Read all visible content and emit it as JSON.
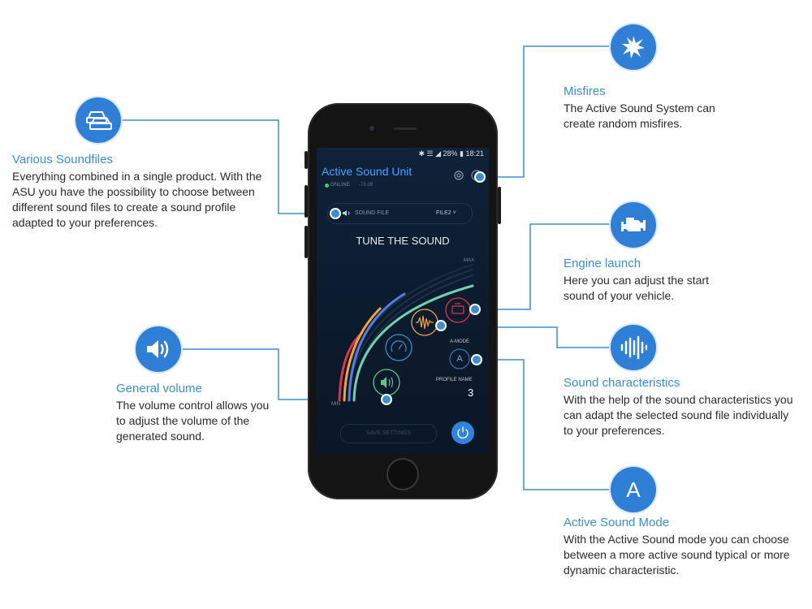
{
  "colors": {
    "accent": "#3b8fd0",
    "icon_circle": "#2f7fd6",
    "screen_bg": "#0d1a2b",
    "online_green": "#3ccf7a"
  },
  "features": {
    "soundfiles": {
      "icon": "cars-icon",
      "title": "Various Soundfiles",
      "text": "Everything combined in a single product. With the ASU you have the possibility to choose between different sound files to create a sound profile adapted to your preferences."
    },
    "volume": {
      "icon": "speaker-volume-icon",
      "title": "General volume",
      "text": "The volume control allows you to adjust the volume of the generated sound."
    },
    "misfires": {
      "icon": "explosion-icon",
      "title": "Misfires",
      "text": "The Active Sound System can create random misfires."
    },
    "engine": {
      "icon": "engine-icon",
      "title": "Engine launch",
      "text": "Here you can adjust the start sound of your vehicle."
    },
    "characteristics": {
      "icon": "waveform-icon",
      "title": "Sound characteristics",
      "text": "With the help of the sound characteristics you can adapt the selected sound file individually to your preferences."
    },
    "asm": {
      "icon": "letter-a-icon",
      "icon_letter": "A",
      "title": "Active Sound Mode",
      "text": "With the Active Sound mode you can choose between a more active sound typical or more dynamic characteristic."
    }
  },
  "app": {
    "status_bar": "✱ ☰ ◢ 28% ▮ 18:21",
    "title": "Active Sound Unit",
    "status": "ONLINE",
    "db": "-78 dB",
    "soundfile_label": "SOUND FILE",
    "soundfile_value": "FILE2 ˅",
    "tune_heading": "TUNE THE SOUND",
    "max_label": "MAX",
    "min_label": "MIN",
    "amode_label": "A-MODE",
    "amode_letter": "A",
    "profile_label": "PROFILE NAME",
    "profile_value": "3",
    "save_label": "SAVE SETTINGS"
  }
}
